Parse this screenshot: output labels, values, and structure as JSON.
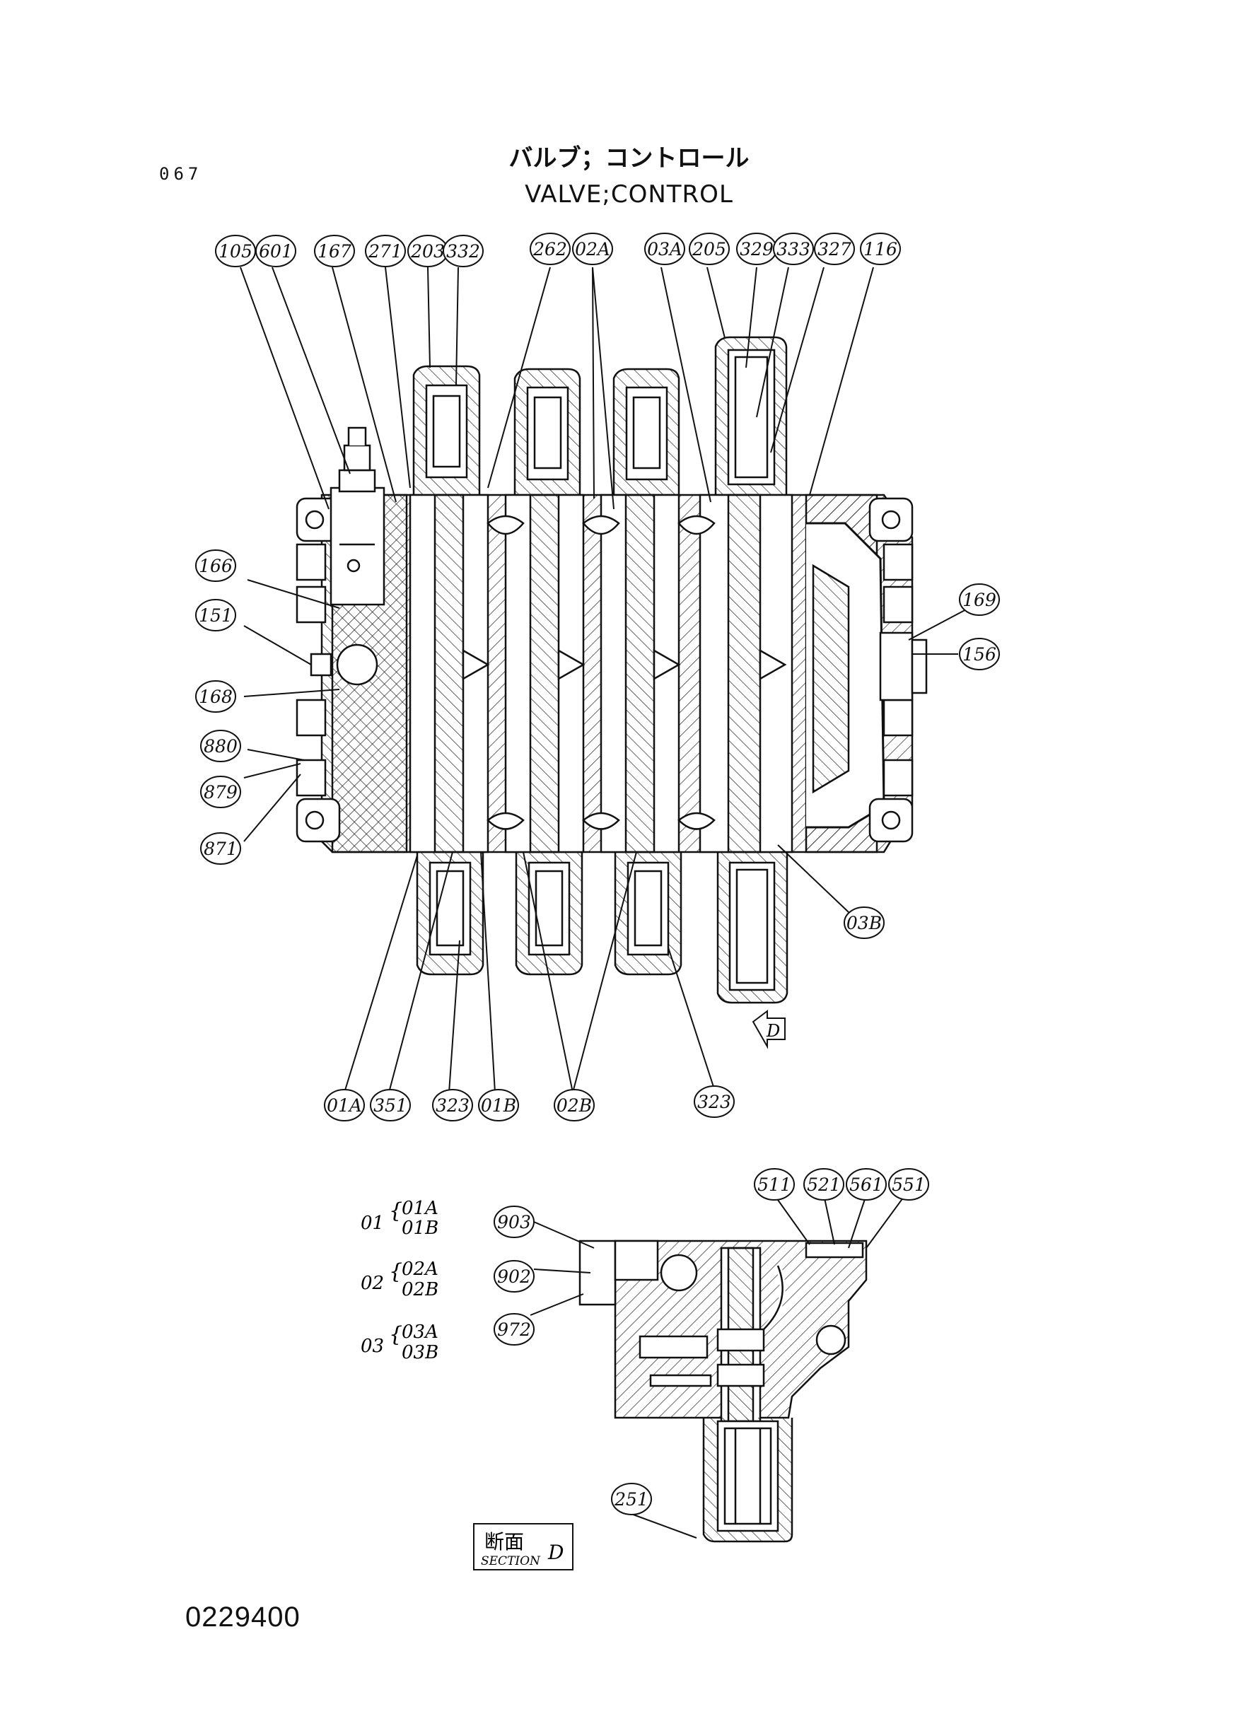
{
  "page_number": "067",
  "title_jp": "バルブ；コントロール",
  "title_en": "VALVE;CONTROL",
  "drawing_number": "0229400",
  "part_labels": {
    "p105": "105",
    "p601": "601",
    "p167": "167",
    "p271": "271",
    "p203": "203",
    "p332": "332",
    "p262": "262",
    "p02A_top": "02A",
    "p03A": "03A",
    "p205": "205",
    "p329": "329",
    "p333": "333",
    "p327": "327",
    "p116": "116",
    "p166": "166",
    "p151": "151",
    "p168": "168",
    "p880": "880",
    "p879": "879",
    "p871": "871",
    "p169": "169",
    "p156": "156",
    "p03B": "03B",
    "p01A": "01A",
    "p351": "351",
    "p323a": "323",
    "p01B": "01B",
    "p02B": "02B",
    "p323b": "323",
    "p903": "903",
    "p902": "902",
    "p972": "972",
    "p511": "511",
    "p521": "521",
    "p561": "561",
    "p551": "551",
    "p251": "251"
  },
  "view_marker": "D",
  "legend": [
    {
      "group": "01",
      "items": [
        "01A",
        "01B"
      ]
    },
    {
      "group": "02",
      "items": [
        "02A",
        "02B"
      ]
    },
    {
      "group": "03",
      "items": [
        "03A",
        "03B"
      ]
    }
  ],
  "section_label": {
    "jp": "断面",
    "en": "SECTION",
    "letter": "D"
  }
}
